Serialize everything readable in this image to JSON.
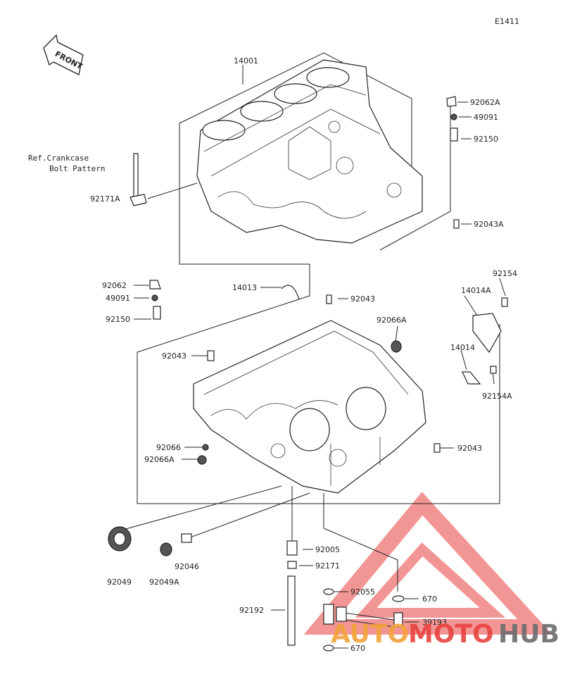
{
  "diagram_code": "E1411",
  "front_label": "FRONT",
  "ref_note_line1": "Ref.Crankcase",
  "ref_note_line2": "Bolt Pattern",
  "parts": {
    "p14001": "14001",
    "p92062A": "92062A",
    "p49091_top": "49091",
    "p92150_top": "92150",
    "p92171A": "92171A",
    "p92043A": "92043A",
    "p92062": "92062",
    "p49091": "49091",
    "p92150": "92150",
    "p14013": "14013",
    "p92043_a": "92043",
    "p92154": "92154",
    "p14014A": "14014A",
    "p92066A_top": "92066A",
    "p92043_b": "92043",
    "p14014": "14014",
    "p92154A": "92154A",
    "p92066": "92066",
    "p92066A": "92066A",
    "p92043_c": "92043",
    "p92049": "92049",
    "p92049A": "92049A",
    "p92046": "92046",
    "p92005": "92005",
    "p92171": "92171",
    "p92055": "92055",
    "p670_a": "670",
    "p92192": "92192",
    "p39193": "39193",
    "p670_b": "670"
  },
  "watermark": {
    "text_auto": "AUTO",
    "text_moto": "MOTO",
    "text_hub": "HUB",
    "color_red": "#e8423f",
    "color_gray": "#6b6b6b",
    "color_orange": "#f2a23a"
  }
}
